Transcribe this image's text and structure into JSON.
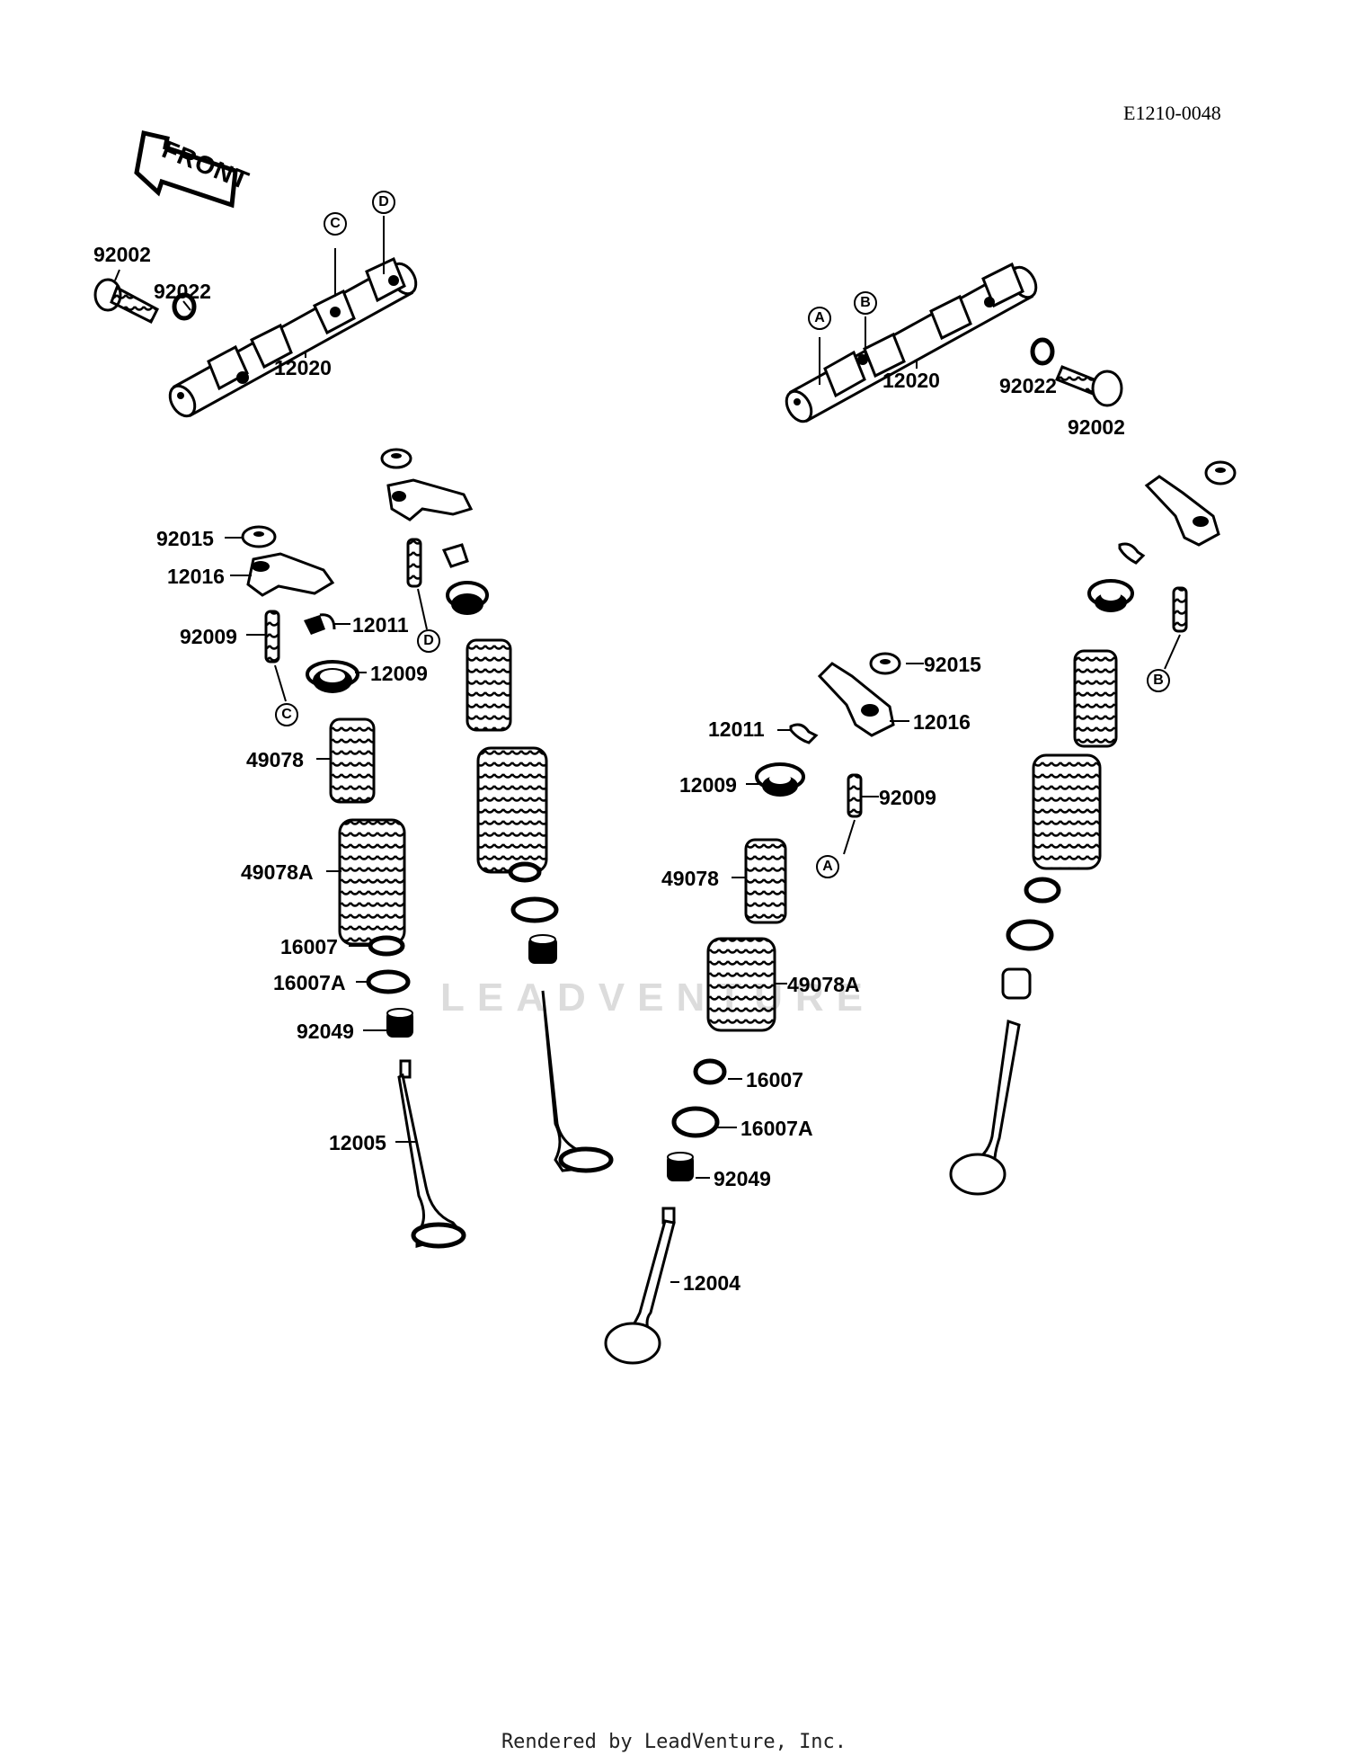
{
  "diagram_code": "E1210-0048",
  "footer": "Rendered by LeadVenture, Inc.",
  "front_label": "FRONT",
  "watermark": "LEADVENTURE",
  "callouts": [
    {
      "id": "left-camshaft-bolt",
      "part": "92002"
    },
    {
      "id": "left-camshaft-washer",
      "part": "92022"
    },
    {
      "id": "left-camshaft",
      "part": "12020"
    },
    {
      "id": "right-camshaft",
      "part": "12020"
    },
    {
      "id": "right-camshaft-washer",
      "part": "92022"
    },
    {
      "id": "right-camshaft-bolt",
      "part": "92002"
    },
    {
      "id": "left-locknut",
      "part": "92015"
    },
    {
      "id": "left-rocker-arm",
      "part": "12016"
    },
    {
      "id": "left-adjusting-screw",
      "part": "92009"
    },
    {
      "id": "left-cotter",
      "part": "12011"
    },
    {
      "id": "left-retainer",
      "part": "12009"
    },
    {
      "id": "left-inner-spring",
      "part": "49078"
    },
    {
      "id": "left-outer-spring",
      "part": "49078A"
    },
    {
      "id": "left-spring-seat",
      "part": "16007"
    },
    {
      "id": "left-spring-seat-a",
      "part": "16007A"
    },
    {
      "id": "left-oil-seal",
      "part": "92049"
    },
    {
      "id": "exhaust-valve",
      "part": "12005"
    },
    {
      "id": "center-locknut",
      "part": "92015"
    },
    {
      "id": "center-cotter",
      "part": "12011"
    },
    {
      "id": "center-rocker-arm",
      "part": "12016"
    },
    {
      "id": "center-retainer",
      "part": "12009"
    },
    {
      "id": "center-adjusting-screw",
      "part": "92009"
    },
    {
      "id": "center-inner-spring",
      "part": "49078"
    },
    {
      "id": "center-outer-spring",
      "part": "49078A"
    },
    {
      "id": "center-spring-seat",
      "part": "16007"
    },
    {
      "id": "center-spring-seat-a",
      "part": "16007A"
    },
    {
      "id": "center-oil-seal",
      "part": "92049"
    },
    {
      "id": "intake-valve",
      "part": "12004"
    }
  ],
  "reference_marks": [
    {
      "id": "ref-c-top",
      "letter": "C"
    },
    {
      "id": "ref-d-top",
      "letter": "D"
    },
    {
      "id": "ref-a-top",
      "letter": "A"
    },
    {
      "id": "ref-b-top",
      "letter": "B"
    },
    {
      "id": "ref-d-screw",
      "letter": "D"
    },
    {
      "id": "ref-c-screw",
      "letter": "C"
    },
    {
      "id": "ref-a-screw",
      "letter": "A"
    },
    {
      "id": "ref-b-screw",
      "letter": "B"
    }
  ]
}
